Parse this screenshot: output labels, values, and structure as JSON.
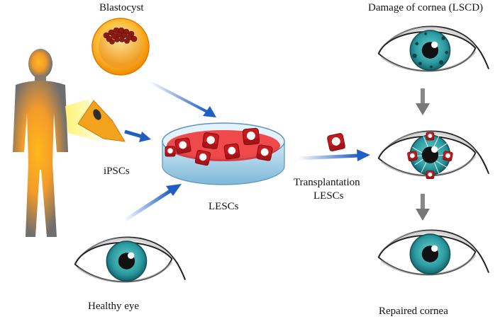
{
  "labels": {
    "blastocyst": "Blastocyst",
    "ipscs": "iPSCs",
    "lescs": "LESCs",
    "healthy_eye": "Healthy eye",
    "damage": "Damage of cornea (LSCD)",
    "transplant_line1": "Transplantation",
    "transplant_line2": "LESCs",
    "repaired": "Repaired cornea"
  },
  "colors": {
    "arrow_blue": "#1f5fc4",
    "arrow_gray": "#7a7a7a",
    "cell_red": "#c8191e",
    "iris_teal": "#2a9aa0",
    "body_orange": "#f5a11a",
    "body_gray": "#6f6f6f",
    "dish_blue": "#a8d4ee"
  },
  "icons": {
    "human": "human-silhouette-icon",
    "blastocyst": "blastocyst-icon",
    "fibroblast": "fibroblast-cell-icon",
    "dish": "petri-dish-icon",
    "eye": "eye-icon",
    "cell": "lesc-cell-icon"
  }
}
